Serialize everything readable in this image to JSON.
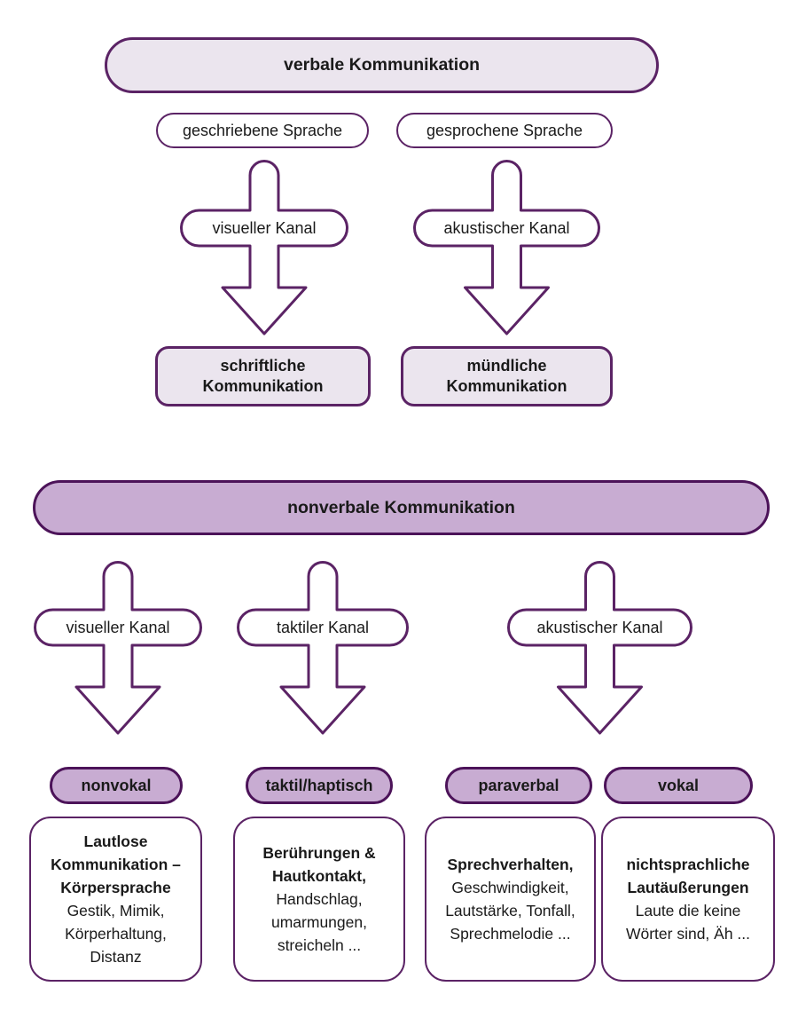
{
  "colors": {
    "outline_purple": "#5b2365",
    "dark_border_purple": "#4c1359",
    "light_lavender_fill": "#ebe5ee",
    "medium_purple_fill": "#c8acd2",
    "text": "#1a1a1a",
    "background": "#ffffff"
  },
  "verbal_section": {
    "header": "verbale Kommunikation",
    "branches": [
      {
        "source": "geschriebene Sprache",
        "channel": "visueller Kanal",
        "result": "schriftliche\nKommunikation"
      },
      {
        "source": "gesprochene Sprache",
        "channel": "akustischer Kanal",
        "result": "mündliche\nKommunikation"
      }
    ]
  },
  "nonverbal_section": {
    "header": "nonverbale Kommunikation",
    "channels": [
      "visueller Kanal",
      "taktiler Kanal",
      "akustischer Kanal"
    ],
    "categories": [
      {
        "badge": "nonvokal",
        "bold": "Lautlose\nKommunikation –\nKörpersprache",
        "normal": "Gestik, Mimik,\nKörperhaltung,\nDistanz"
      },
      {
        "badge": "taktil/haptisch",
        "bold": "Berührungen &\nHautkontakt,",
        "normal": "Handschlag,\numarmungen,\nstreicheln ..."
      },
      {
        "badge": "paraverbal",
        "bold": "Sprechverhalten,",
        "normal": "Geschwindigkeit,\nLautstärke, Tonfall,\nSprechmelodie ..."
      },
      {
        "badge": "vokal",
        "bold": "nichtsprachliche\nLautäußerungen",
        "normal": "Laute die keine\nWörter sind, Äh ..."
      }
    ]
  }
}
